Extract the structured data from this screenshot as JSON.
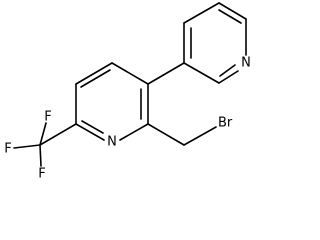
{
  "molecule": {
    "atoms": {
      "n_upper_ring": "N",
      "n_lower_ring": "N",
      "bromine": "Br",
      "fluorine_top": "F",
      "fluorine_left": "F",
      "fluorine_bottom": "F"
    },
    "colors": {
      "bond": "#000000",
      "label": "#000000",
      "background": "#ffffff"
    }
  }
}
